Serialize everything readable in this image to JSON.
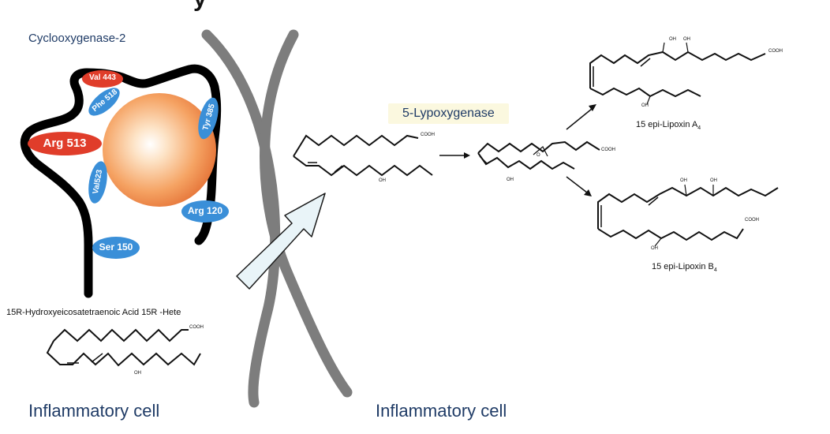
{
  "header_fragment": "y",
  "enzyme_title": "Cyclooxygenase-2",
  "residues": {
    "val443": "Val 443",
    "phe518": "Phe 518",
    "arg513": "Arg 513",
    "tyr385": "Tyr 385",
    "val523": "Val523",
    "arg120": "Arg 120",
    "ser150": "Ser 150"
  },
  "substrate_label": "15R-Hydroxyeicosatetraenoic Acid 15R -Hete",
  "substrate_label_italic_r": "R",
  "enzyme2": "5-Lypoxygenase",
  "groups": {
    "cooh": "COOH",
    "oh": "OH",
    "o": "O"
  },
  "product_a": "15 epi-Lipoxin A",
  "product_a_sub": "4",
  "product_b": "15 epi-Lipoxin B",
  "product_b_sub": "4",
  "left_panel_label": "Inflammatory cell",
  "right_panel_label": "Inflammatory cell",
  "colors": {
    "red_residue": "#e03d2a",
    "blue_residue": "#3a8fd8",
    "blue_text": "#1f3b66",
    "sphere_center": "#fff4e6",
    "sphere_edge": "#e97e3f",
    "membrane": "#7a7a7a",
    "arrow_fill": "#e9f4f8"
  }
}
